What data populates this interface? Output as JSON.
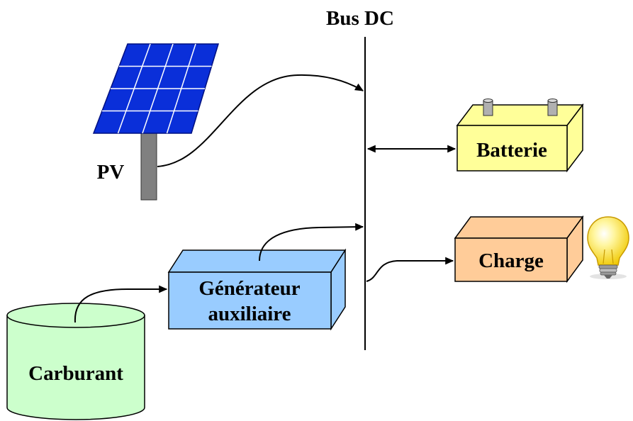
{
  "labels": {
    "bus": "Bus DC",
    "pv": "PV",
    "battery": "Batterie",
    "load": "Charge",
    "generator_line1": "Générateur",
    "generator_line2": "auxiliaire",
    "fuel": "Carburant"
  },
  "colors": {
    "solar_panel": "#0a2fd9",
    "panel_grid": "#ffffff",
    "pole": "#808080",
    "battery": "#ffff99",
    "battery_terminal": "#b0b0b0",
    "load": "#ffcc99",
    "generator": "#99ccff",
    "fuel_tank": "#ccffcc",
    "bulb": "#ffee66",
    "line": "#000000"
  },
  "icons": [
    "solar-panel-icon",
    "battery-terminal-icon",
    "light-bulb-icon"
  ]
}
